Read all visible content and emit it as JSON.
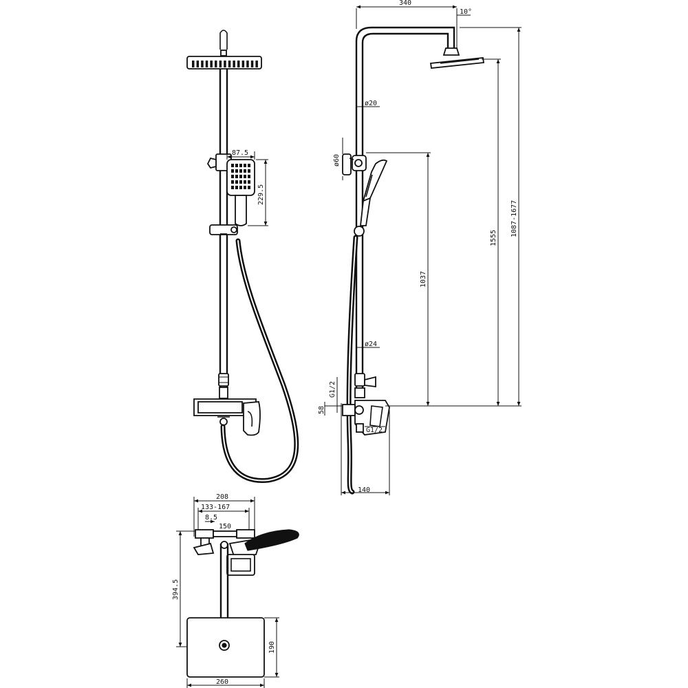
{
  "dimensions": {
    "arm_length": "340",
    "head_angle": "10°",
    "riser_diameter": "ø20",
    "slide_diameter": "ø60",
    "lower_pipe_diameter": "ø24",
    "total_height": "1087-1677",
    "head_height": "1555",
    "slide_height": "1037",
    "inlet_thread_top": "G1/2",
    "outlet_thread": "G1/2",
    "cover_diameter": "58",
    "projection": "140",
    "handshower_width": "87.5",
    "handshower_length": "229.5",
    "bar_overall_width": "208",
    "center_distance": "133-167",
    "eccentric_offset": "8.5",
    "mixer_width": "150",
    "arm_reach": "394.5",
    "head_depth": "190",
    "head_width": "260"
  }
}
